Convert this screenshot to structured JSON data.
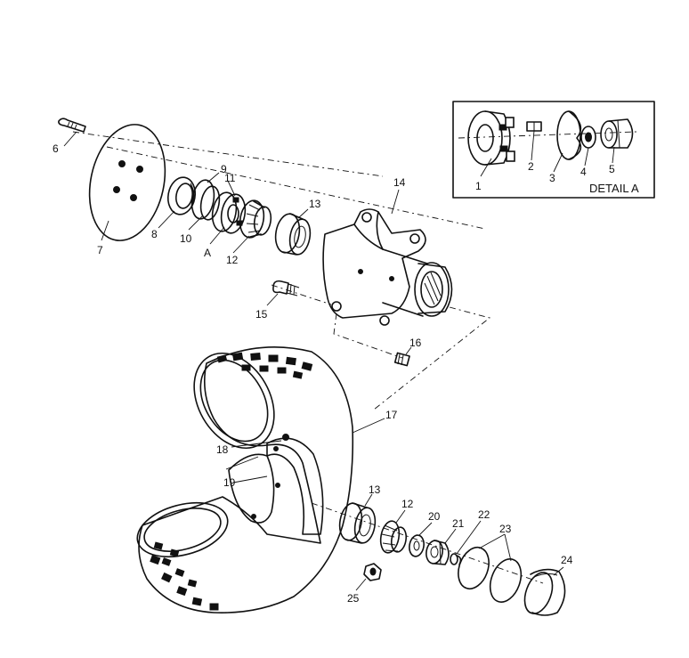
{
  "callouts": {
    "c1": "1",
    "c2": "2",
    "c3": "3",
    "c4": "4",
    "c5": "5",
    "c6": "6",
    "c7": "7",
    "c8": "8",
    "c9": "9",
    "c10": "10",
    "c11": "11",
    "cA": "A",
    "c12": "12",
    "c13": "13",
    "c14": "14",
    "c15": "15",
    "c16": "16",
    "c17": "17",
    "c18": "18",
    "c19": "19",
    "c13b": "13",
    "c12b": "12",
    "c20": "20",
    "c21": "21",
    "c22": "22",
    "c23": "23",
    "c24": "24",
    "c25": "25"
  },
  "detail_label": "DETAIL A"
}
